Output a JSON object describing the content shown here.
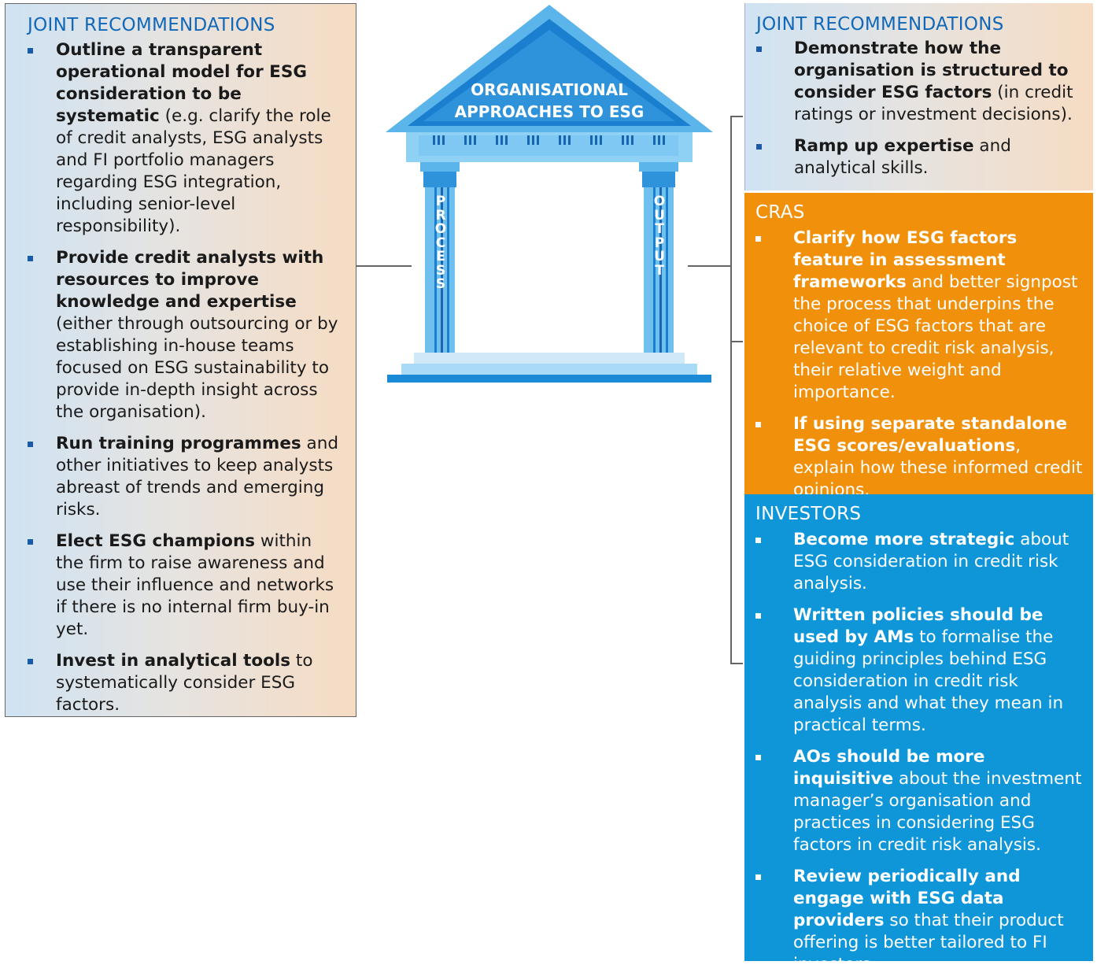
{
  "left_box": {
    "heading": "JOINT RECOMMENDATIONS",
    "items": [
      {
        "bold": "Outline a transparent operational model for ESG consideration to be systematic",
        "rest": " (e.g. clarify the role of credit analysts, ESG analysts and FI portfolio managers regarding ESG integration, including senior-level responsibility)."
      },
      {
        "bold": "Provide credit analysts with resources to improve knowledge and expertise",
        "rest": " (either through outsourcing or by establishing in-house teams focused on ESG sustainability to provide in-depth insight across the organisation)."
      },
      {
        "bold": "Run training programmes",
        "rest": " and other initiatives to keep analysts abreast of trends and emerging risks."
      },
      {
        "bold": "Elect ESG champions",
        "rest": " within the firm to raise awareness and use their influence and networks if there is no internal firm buy-in yet."
      },
      {
        "bold": "Invest in analytical tools",
        "rest": " to systematically consider ESG factors."
      }
    ]
  },
  "temple": {
    "roof_label_line1": "ORGANISATIONAL",
    "roof_label_line2": "APPROACHES TO ESG",
    "left_pillar": "PROCESS",
    "right_pillar": "OUTPUT"
  },
  "right_joint": {
    "heading": "JOINT RECOMMENDATIONS",
    "items": [
      {
        "bold": "Demonstrate how the organisation is structured to consider ESG factors",
        "rest": " (in credit ratings or investment decisions)."
      },
      {
        "bold": "Ramp up expertise",
        "rest": " and analytical skills."
      }
    ]
  },
  "cras": {
    "heading": "CRAS",
    "items": [
      {
        "bold": "Clarify how ESG factors feature in assessment frameworks",
        "rest": " and better signpost the process that underpins the choice of ESG factors that are relevant to credit risk analysis, their relative weight and importance."
      },
      {
        "bold": "If using separate standalone ESG scores/evaluations",
        "rest": ", explain how these informed credit opinions."
      }
    ]
  },
  "investors": {
    "heading": "INVESTORS",
    "items": [
      {
        "bold": "Become more strategic",
        "rest": " about ESG consideration in credit risk analysis."
      },
      {
        "bold": "Written policies should be used by AMs",
        "rest": " to formalise the guiding principles behind ESG consideration in credit risk analysis and what they mean in practical terms."
      },
      {
        "bold": "AOs should be more inquisitive",
        "rest": " about the investment manager’s organisation and practices in considering ESG factors in credit risk analysis."
      },
      {
        "bold": "Review periodically and engage with ESG data providers",
        "rest": " so that their product offering is better tailored to FI investors."
      }
    ]
  }
}
